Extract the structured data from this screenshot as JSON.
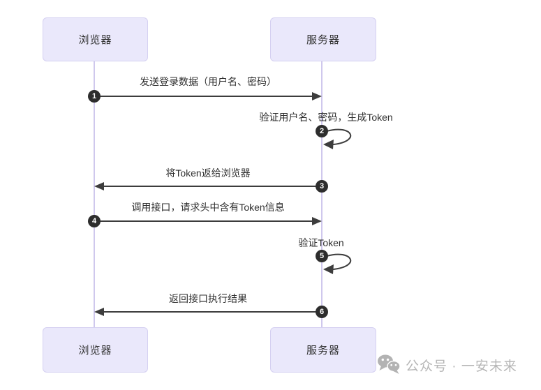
{
  "diagram": {
    "title_hint": "Token authentication sequence diagram",
    "actors": {
      "browser": "浏览器",
      "server": "服务器"
    },
    "messages": [
      {
        "num": "1",
        "label": "发送登录数据（用户名、密码）",
        "type": "solid-arrow-right",
        "from": "浏览器",
        "to": "服务器"
      },
      {
        "num": "2",
        "label": "验证用户名、密码，生成Token",
        "type": "self-loop",
        "from": "服务器",
        "to": "服务器"
      },
      {
        "num": "3",
        "label": "将Token返给浏览器",
        "type": "solid-arrow-left",
        "from": "服务器",
        "to": "浏览器"
      },
      {
        "num": "4",
        "label": "调用接口，请求头中含有Token信息",
        "type": "solid-arrow-right",
        "from": "浏览器",
        "to": "服务器"
      },
      {
        "num": "5",
        "label": "验证Token",
        "type": "self-loop",
        "from": "服务器",
        "to": "服务器"
      },
      {
        "num": "6",
        "label": "返回接口执行结果",
        "type": "solid-arrow-left",
        "from": "服务器",
        "to": "浏览器"
      }
    ],
    "colors": {
      "actor_fill": "#eae8fb",
      "actor_border": "#d5d0f1",
      "lifeline": "#cfc8ed",
      "arrow": "#3d3d3d",
      "badge": "#2d2d2d",
      "watermark": "#b6b6b6"
    },
    "watermark": {
      "icon": "wechat-icon",
      "text": "公众号 · 一安未来"
    }
  }
}
